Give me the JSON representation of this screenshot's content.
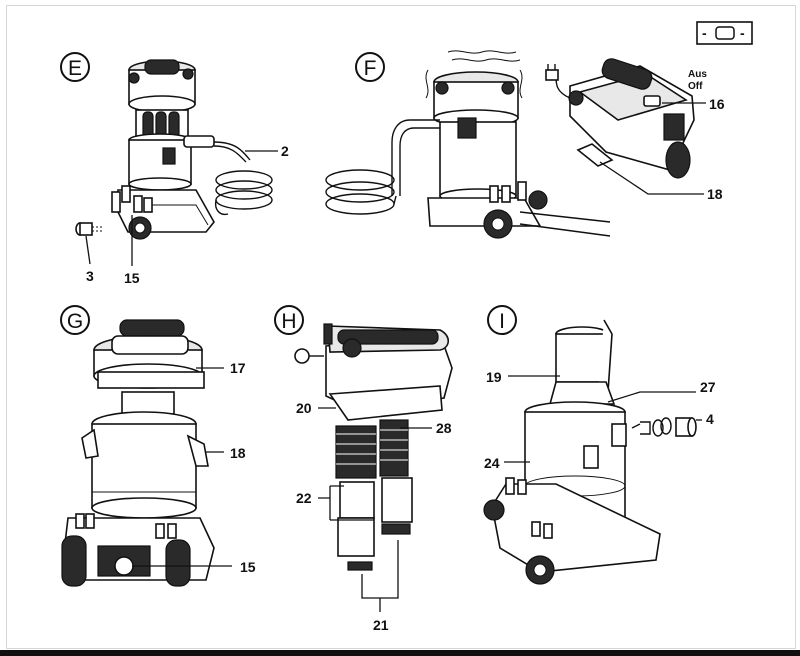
{
  "switch_symbol": {
    "left": "-",
    "right": "-"
  },
  "panels": {
    "E": {
      "letter": "E",
      "callouts": [
        "2",
        "3",
        "15"
      ]
    },
    "F": {
      "letter": "F",
      "switch_text": [
        "Aus",
        "Off"
      ],
      "callouts": [
        "16",
        "18"
      ]
    },
    "G": {
      "letter": "G",
      "callouts": [
        "17",
        "18",
        "15"
      ]
    },
    "H": {
      "letter": "H",
      "callouts": [
        "20",
        "28",
        "22",
        "21"
      ]
    },
    "I": {
      "letter": "I",
      "callouts": [
        "19",
        "27",
        "4",
        "24"
      ]
    }
  },
  "colors": {
    "line": "#111111",
    "fill": "#ffffff",
    "dark": "#2a2a2a"
  }
}
